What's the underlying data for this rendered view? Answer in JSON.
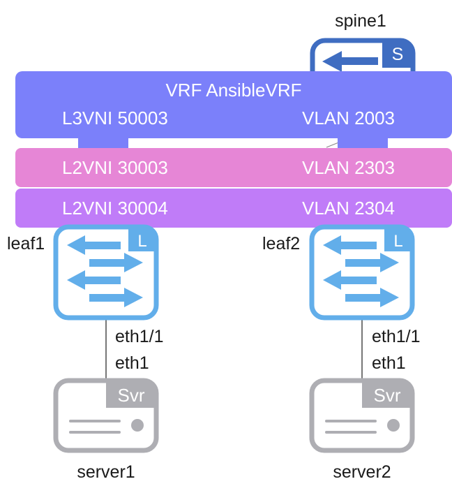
{
  "colors": {
    "vrf_band": "#7b80fa",
    "l2vni_30003_band": "#e686d6",
    "l2vni_30004_band": "#c07cf8",
    "spine": "#3f6dc1",
    "leaf": "#62aeea",
    "server": "#aeaeb3",
    "link": "#777777"
  },
  "icons": {
    "spine": "spine-switch-icon",
    "leaf": "leaf-switch-icon",
    "server": "server-icon"
  },
  "spine1": {
    "name": "spine1",
    "badge": "S"
  },
  "vrf": {
    "title": "VRF AnsibleVRF",
    "l3vni": "L3VNI 50003",
    "vlan": "VLAN 2003"
  },
  "l2vni_a": {
    "vni": "L2VNI 30003",
    "vlan": "VLAN 2303"
  },
  "l2vni_b": {
    "vni": "L2VNI 30004",
    "vlan": "VLAN 2304"
  },
  "leaf1": {
    "name": "leaf1",
    "badge": "L",
    "port": "eth1/1"
  },
  "leaf2": {
    "name": "leaf2",
    "badge": "L",
    "port": "eth1/1"
  },
  "server1": {
    "name": "server1",
    "badge": "Svr",
    "port": "eth1"
  },
  "server2": {
    "name": "server2",
    "badge": "Svr",
    "port": "eth1"
  }
}
